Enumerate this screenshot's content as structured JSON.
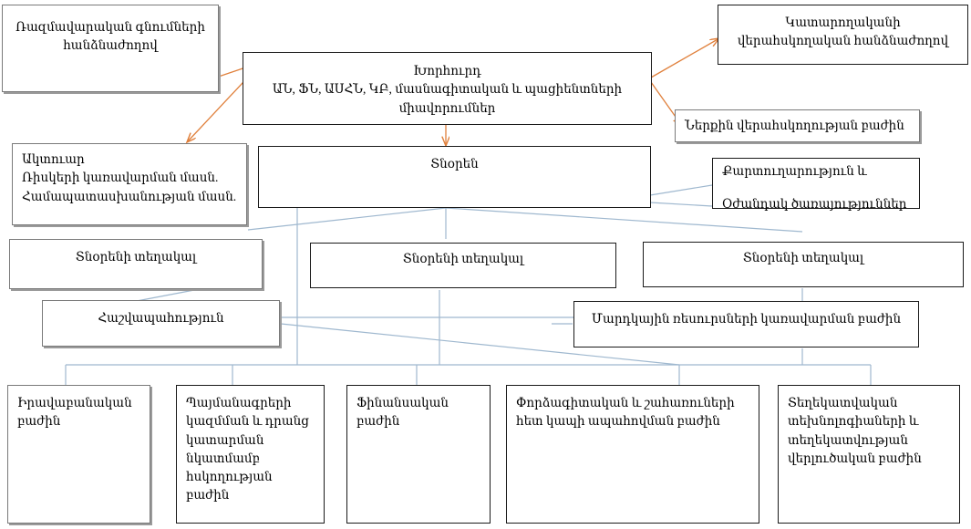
{
  "diagram": {
    "title_text": "Organizational structure chart",
    "colors": {
      "box_border": "#1a1a1a",
      "shadow_border": "#7a7a7a",
      "connector_blue": "#9fb8cf",
      "connector_orange": "#e0803c",
      "background": "#ffffff",
      "text": "#000000"
    },
    "nodes": {
      "risk_management_committee": "Ռազմավարական գնումների հանձնաժողով",
      "board": "Խորհուրդ\nԱՆ, ՖՆ, ԱՍՀՆ, ԿԲ, մասնագիտական և պացիենտների միավորումներ",
      "audit_committee": "Կատարողականի վերահսկողական հանձնաժողով",
      "internal_audit_division": "Ներքին վերահսկողության բաժին",
      "actuary": "Ակտուար\nՌիսկերի կառավարման մասն.\nՀամապատասխանության մասն.",
      "director": "Տնօրեն",
      "secretariat": "Քարտուղարություն և\n\nՕժանդակ ծառայություններ",
      "deputy_director_1": "Տնօրենի տեղակալ",
      "deputy_director_2": "Տնօրենի տեղակալ",
      "deputy_director_3": "Տնօրենի տեղակալ",
      "accounting": "Հաշվապահություն",
      "hr_division": "Մարդկային ռեսուրսների կառավարման բաժին",
      "legal_division": "Իրավաբանական բաժին",
      "contracts_division": "Պայմանագրերի կազմման և դրանց կատարման նկատմամբ հսկողության բաժին",
      "finance_division": "Ֆինանսական բաժին",
      "expert_division": "Փորձագիտական և շահառուների հետ կապի ապահովման բաժին",
      "it_division": "Տեղեկատվական տեխնոլոգիաների և տեղեկատվության վերլուծական բաժին"
    }
  }
}
